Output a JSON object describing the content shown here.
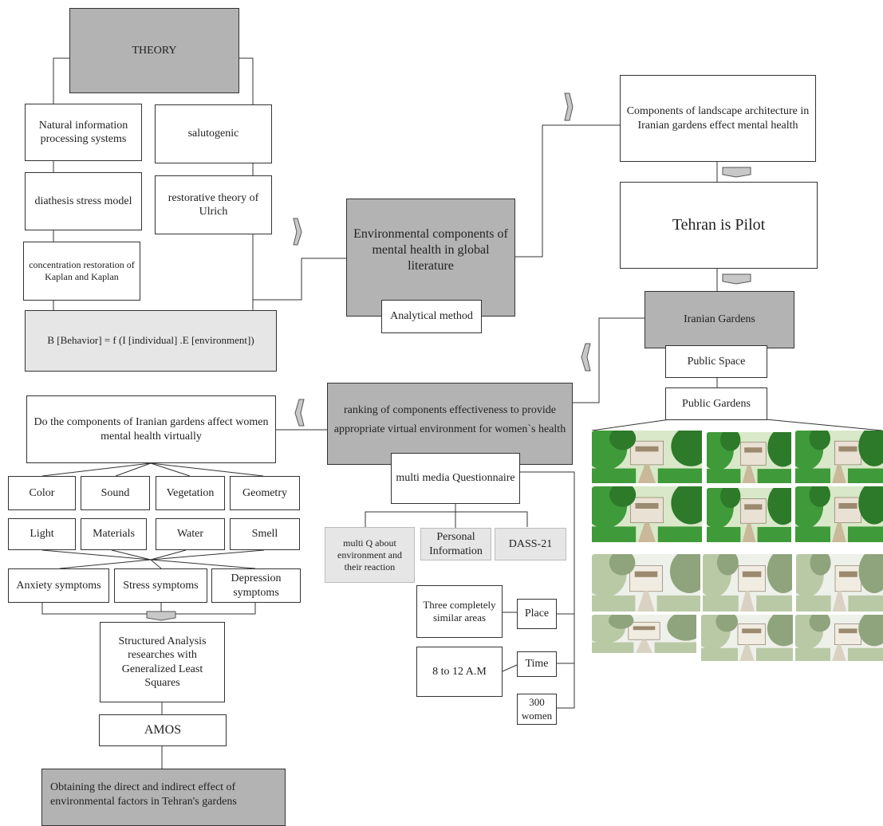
{
  "theory": {
    "title": "THEORY",
    "natural_info": "Natural information processing systems",
    "salutogenic": "salutogenic",
    "diathesis": "diathesis stress model",
    "restorative": "restorative theory of Ulrich",
    "kaplan": "concentration restoration of Kaplan and Kaplan",
    "formula": "B [Behavior] = f  (I [individual] .E [environment])"
  },
  "center": {
    "env_components": "Environmental components of mental health in global literature",
    "analytical": "Analytical method"
  },
  "right": {
    "landscape": "Components of landscape architecture in Iranian gardens effect mental health",
    "pilot": "Tehran is Pilot",
    "iranian_gardens": "Iranian Gardens",
    "public_space": "Public Space",
    "public_gardens": "Public Gardens"
  },
  "ranking": {
    "text": "ranking of components effectiveness to provide appropriate virtual environment for women`s health"
  },
  "questionnaire": {
    "title": "multi media Questionnaire",
    "multi_q": "multi  Q about environment and their reaction",
    "personal": "Personal Information",
    "dass": "DASS-21",
    "areas": "Three completely similar areas",
    "place": "Place",
    "hours": "8 to 12 A.M",
    "time": "Time",
    "women": "300 women"
  },
  "left": {
    "question": "Do the components of Iranian gardens affect women mental health virtually",
    "components": [
      "Color",
      "Sound",
      "Vegetation",
      "Geometry",
      "Light",
      "Materials",
      "Water",
      "Smell"
    ],
    "symptoms": [
      "Anxiety symptoms",
      "Stress symptoms",
      "Depression symptoms"
    ],
    "analysis": "Structured Analysis researches with Generalized Least Squares",
    "amos": "AMOS",
    "result": "Obtaining the direct and indirect effect of environmental factors in Tehran's gardens"
  },
  "colors": {
    "dark_box": "#b3b3b3",
    "light_box": "#e6e6e6",
    "arrow_fill": "#c8c8c8",
    "line": "#333333",
    "foliage": "#3f9a3a",
    "sketch": "#b9c9a5"
  },
  "icons": {
    "chevron": "chevron-arrow-icon"
  }
}
